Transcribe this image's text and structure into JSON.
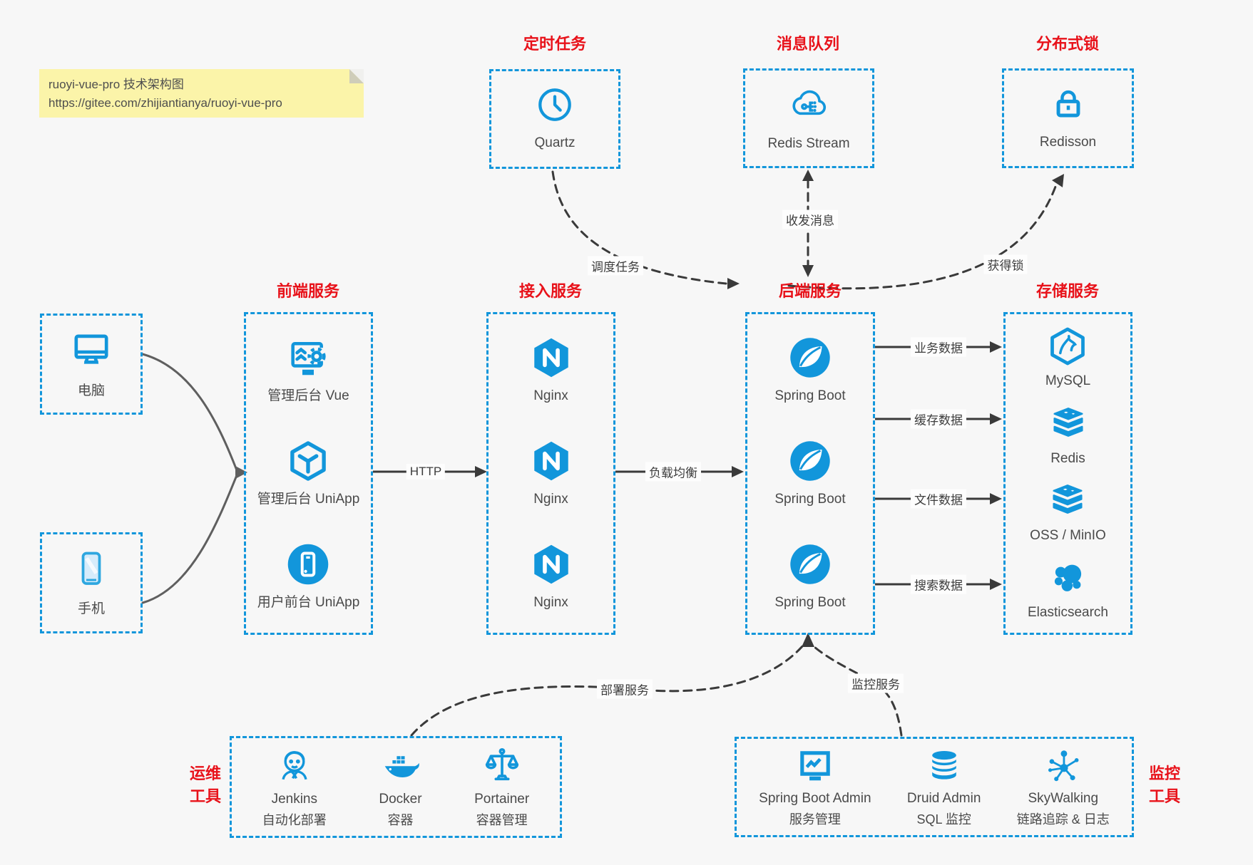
{
  "note": {
    "title": "ruoyi-vue-pro 技术架构图",
    "url": "https://gitee.com/zhijiantianya/ruoyi-vue-pro"
  },
  "colors": {
    "accent_blue": "#1296db",
    "accent_red": "#e8121a",
    "text_ink": "#4a4a4a",
    "connector_dark": "#3a3a3a",
    "connector_gray": "#5f5f5f",
    "background": "#f7f7f7",
    "note_background": "#fbf4a9"
  },
  "clients": {
    "pc": {
      "label": "电脑",
      "icon": "desktop-icon"
    },
    "mobile": {
      "label": "手机",
      "icon": "smartphone-icon"
    }
  },
  "top_groups": {
    "timer": {
      "title": "定时任务",
      "item": {
        "label": "Quartz",
        "icon": "clock-icon"
      }
    },
    "mq": {
      "title": "消息队列",
      "item": {
        "label": "Redis Stream",
        "icon": "cloud-network-icon"
      }
    },
    "lock": {
      "title": "分布式锁",
      "item": {
        "label": "Redisson",
        "icon": "lock-icon"
      }
    }
  },
  "columns": {
    "frontend": {
      "title": "前端服务",
      "items": [
        {
          "label": "管理后台 Vue",
          "icon": "admin-vue-icon"
        },
        {
          "label": "管理后台 UniApp",
          "icon": "uniapp-cube-icon"
        },
        {
          "label": "用户前台 UniApp",
          "icon": "user-app-icon"
        }
      ]
    },
    "gateway": {
      "title": "接入服务",
      "items": [
        {
          "label": "Nginx",
          "icon": "nginx-icon"
        },
        {
          "label": "Nginx",
          "icon": "nginx-icon"
        },
        {
          "label": "Nginx",
          "icon": "nginx-icon"
        }
      ]
    },
    "backend": {
      "title": "后端服务",
      "items": [
        {
          "label": "Spring Boot",
          "icon": "spring-leaf-icon"
        },
        {
          "label": "Spring Boot",
          "icon": "spring-leaf-icon"
        },
        {
          "label": "Spring Boot",
          "icon": "spring-leaf-icon"
        }
      ]
    },
    "storage": {
      "title": "存储服务",
      "items": [
        {
          "label": "MySQL",
          "icon": "mysql-icon"
        },
        {
          "label": "Redis",
          "icon": "stack-icon"
        },
        {
          "label": "OSS / MinIO",
          "icon": "stack-icon"
        },
        {
          "label": "Elasticsearch",
          "icon": "elasticsearch-icon"
        }
      ]
    }
  },
  "bottom_groups": {
    "devops": {
      "title_lines": [
        "运维",
        "工具"
      ],
      "items": [
        {
          "label": "Jenkins",
          "sublabel": "自动化部署",
          "icon": "jenkins-icon"
        },
        {
          "label": "Docker",
          "sublabel": "容器",
          "icon": "docker-whale-icon"
        },
        {
          "label": "Portainer",
          "sublabel": "容器管理",
          "icon": "scales-icon"
        }
      ]
    },
    "monitoring": {
      "title_lines": [
        "监控",
        "工具"
      ],
      "items": [
        {
          "label": "Spring Boot Admin",
          "sublabel": "服务管理",
          "icon": "monitor-chart-icon"
        },
        {
          "label": "Druid Admin",
          "sublabel": "SQL 监控",
          "icon": "database-icon"
        },
        {
          "label": "SkyWalking",
          "sublabel": "链路追踪 & 日志",
          "icon": "network-nodes-icon"
        }
      ]
    }
  },
  "edges": {
    "schedule": "调度任务",
    "messaging": "收发消息",
    "acquire_lock": "获得锁",
    "http": "HTTP",
    "load_balance": "负载均衡",
    "business_data": "业务数据",
    "cache_data": "缓存数据",
    "file_data": "文件数据",
    "search_data": "搜索数据",
    "deploy": "部署服务",
    "monitor": "监控服务"
  }
}
